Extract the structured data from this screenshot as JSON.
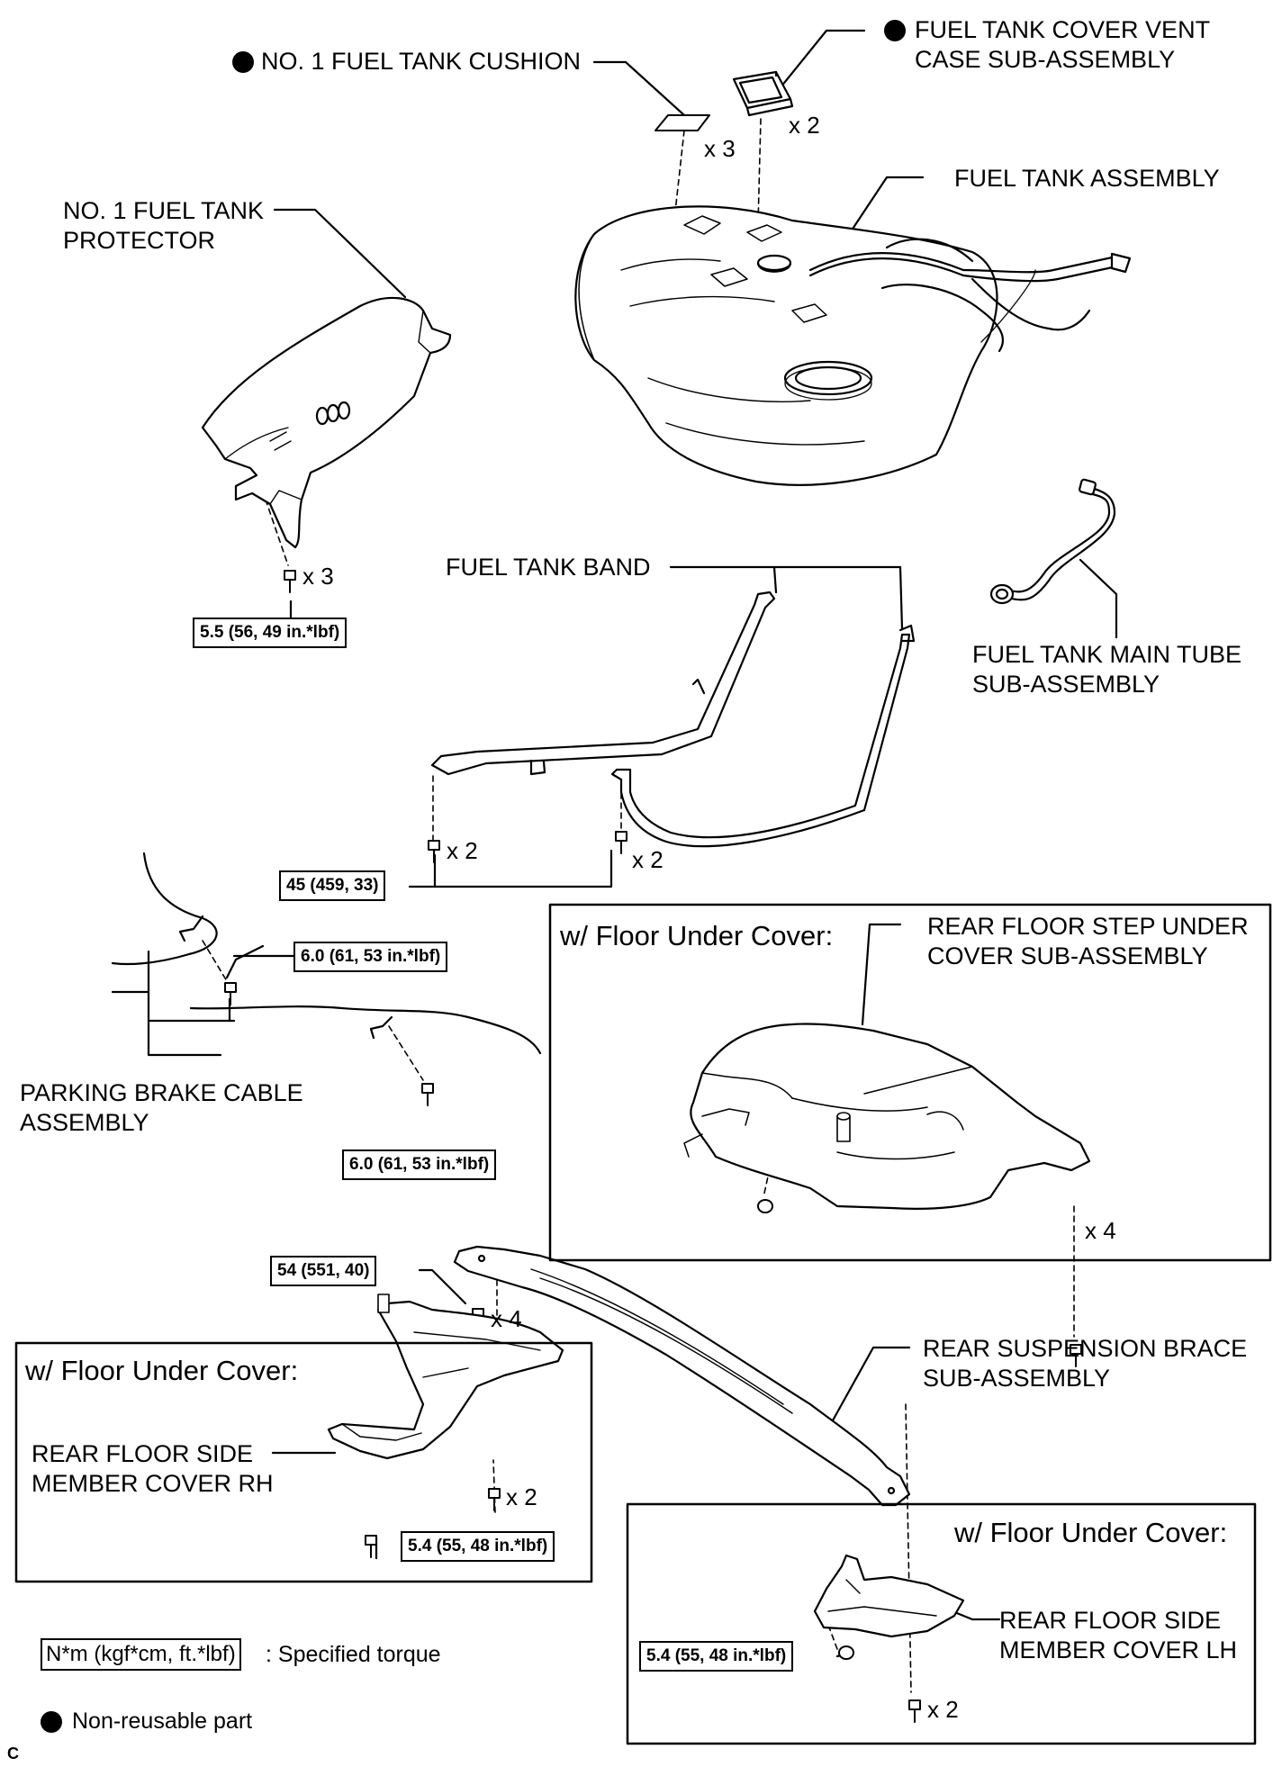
{
  "labels": {
    "cushion": "NO. 1 FUEL TANK CUSHION",
    "vent_case_l1": "FUEL TANK COVER VENT",
    "vent_case_l2": "CASE SUB-ASSEMBLY",
    "tank": "FUEL TANK ASSEMBLY",
    "protector_l1": "NO. 1 FUEL TANK",
    "protector_l2": "PROTECTOR",
    "band": "FUEL TANK BAND",
    "main_tube_l1": "FUEL TANK MAIN TUBE",
    "main_tube_l2": "SUB-ASSEMBLY",
    "parking_l1": "PARKING BRAKE CABLE",
    "parking_l2": "ASSEMBLY",
    "step_cover_l1": "REAR FLOOR STEP UNDER",
    "step_cover_l2": "COVER SUB-ASSEMBLY",
    "brace_l1": "REAR SUSPENSION BRACE",
    "brace_l2": "SUB-ASSEMBLY",
    "side_rh_l1": "REAR FLOOR SIDE",
    "side_rh_l2": "MEMBER COVER RH",
    "side_lh_l1": "REAR FLOOR SIDE",
    "side_lh_l2": "MEMBER COVER LH"
  },
  "frames": {
    "title": "w/ Floor Under Cover:"
  },
  "counts": {
    "cushion": "x 3",
    "vent_case": "x 2",
    "protector_bolt": "x 3",
    "band_bolt_left": "x 2",
    "band_bolt_right": "x 2",
    "step_cover_bolt": "x 4",
    "brace_bolt": "x 4",
    "side_rh_bolt": "x 2",
    "side_lh_bolt": "x 2"
  },
  "torques": {
    "protector": "5.5 (56, 49 in.*lbf)",
    "band": "45 (459, 33)",
    "parking_upper": "6.0 (61, 53 in.*lbf)",
    "parking_lower": "6.0 (61, 53 in.*lbf)",
    "brace": "54 (551, 40)",
    "side_rh": "5.4 (55, 48 in.*lbf)",
    "side_lh": "5.4 (55, 48 in.*lbf)"
  },
  "legend": {
    "torque_unit": "N*m (kgf*cm, ft.*lbf)",
    "torque_desc": ": Specified torque",
    "non_reusable": "Non-reusable part"
  },
  "code": "C",
  "colors": {
    "ink": "#000000",
    "paper": "#ffffff"
  }
}
